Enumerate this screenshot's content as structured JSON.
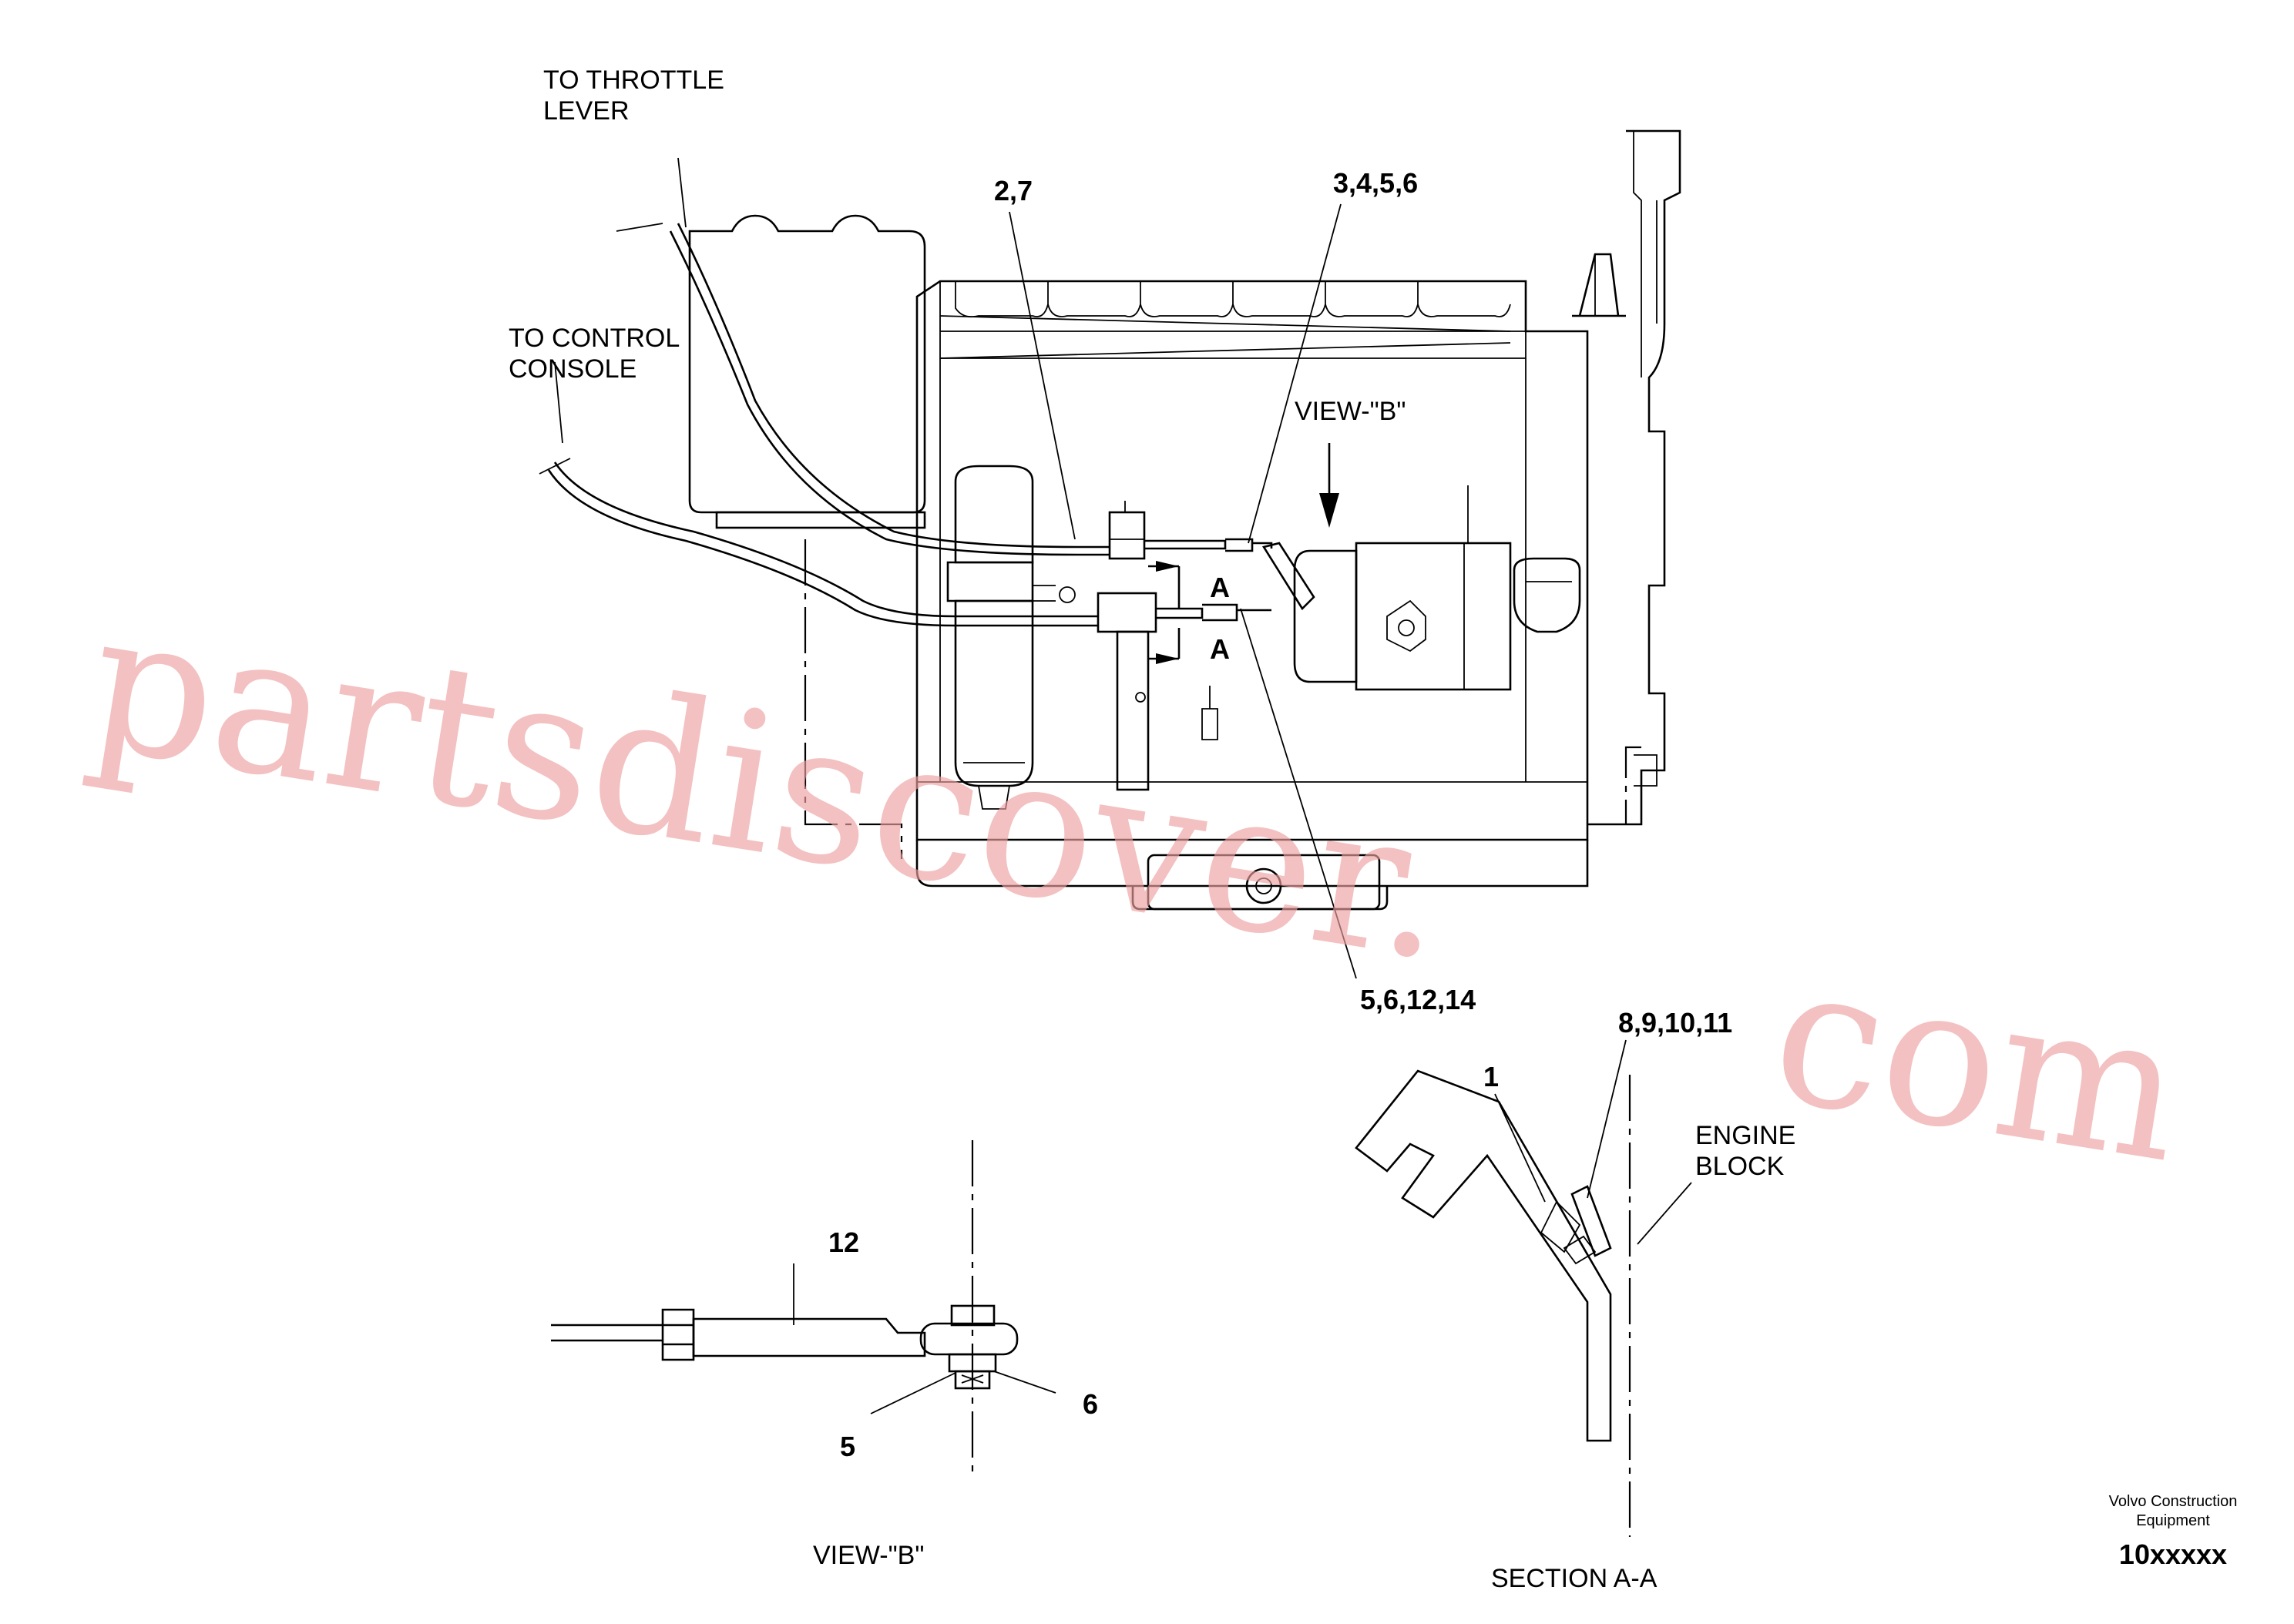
{
  "labels": {
    "to_throttle_line1": "TO THROTTLE",
    "to_throttle_line2": "LEVER",
    "to_control_line1": "TO CONTROL",
    "to_control_line2": "CONSOLE",
    "callout_2_7": "2,7",
    "callout_3_4_5_6": "3,4,5,6",
    "view_b_top": "VIEW-\"B\"",
    "section_a_top": "A",
    "section_a_bottom": "A",
    "callout_5_6_12_14": "5,6,12,14",
    "callout_8_9_10_11": "8,9,10,11",
    "callout_1": "1",
    "engine_line1": "ENGINE",
    "engine_line2": "BLOCK",
    "callout_12": "12",
    "callout_5": "5",
    "callout_6": "6",
    "view_b_caption": "VIEW-\"B\"",
    "section_caption": "SECTION A-A",
    "brand_line1": "Volvo Construction",
    "brand_line2": "Equipment",
    "drawing_number": "10xxxxx"
  },
  "watermark": {
    "line1": "partsdiscover.",
    "line2": "com"
  },
  "colors": {
    "ink": "#000000",
    "watermark": "#eea0a0",
    "background": "#ffffff"
  }
}
